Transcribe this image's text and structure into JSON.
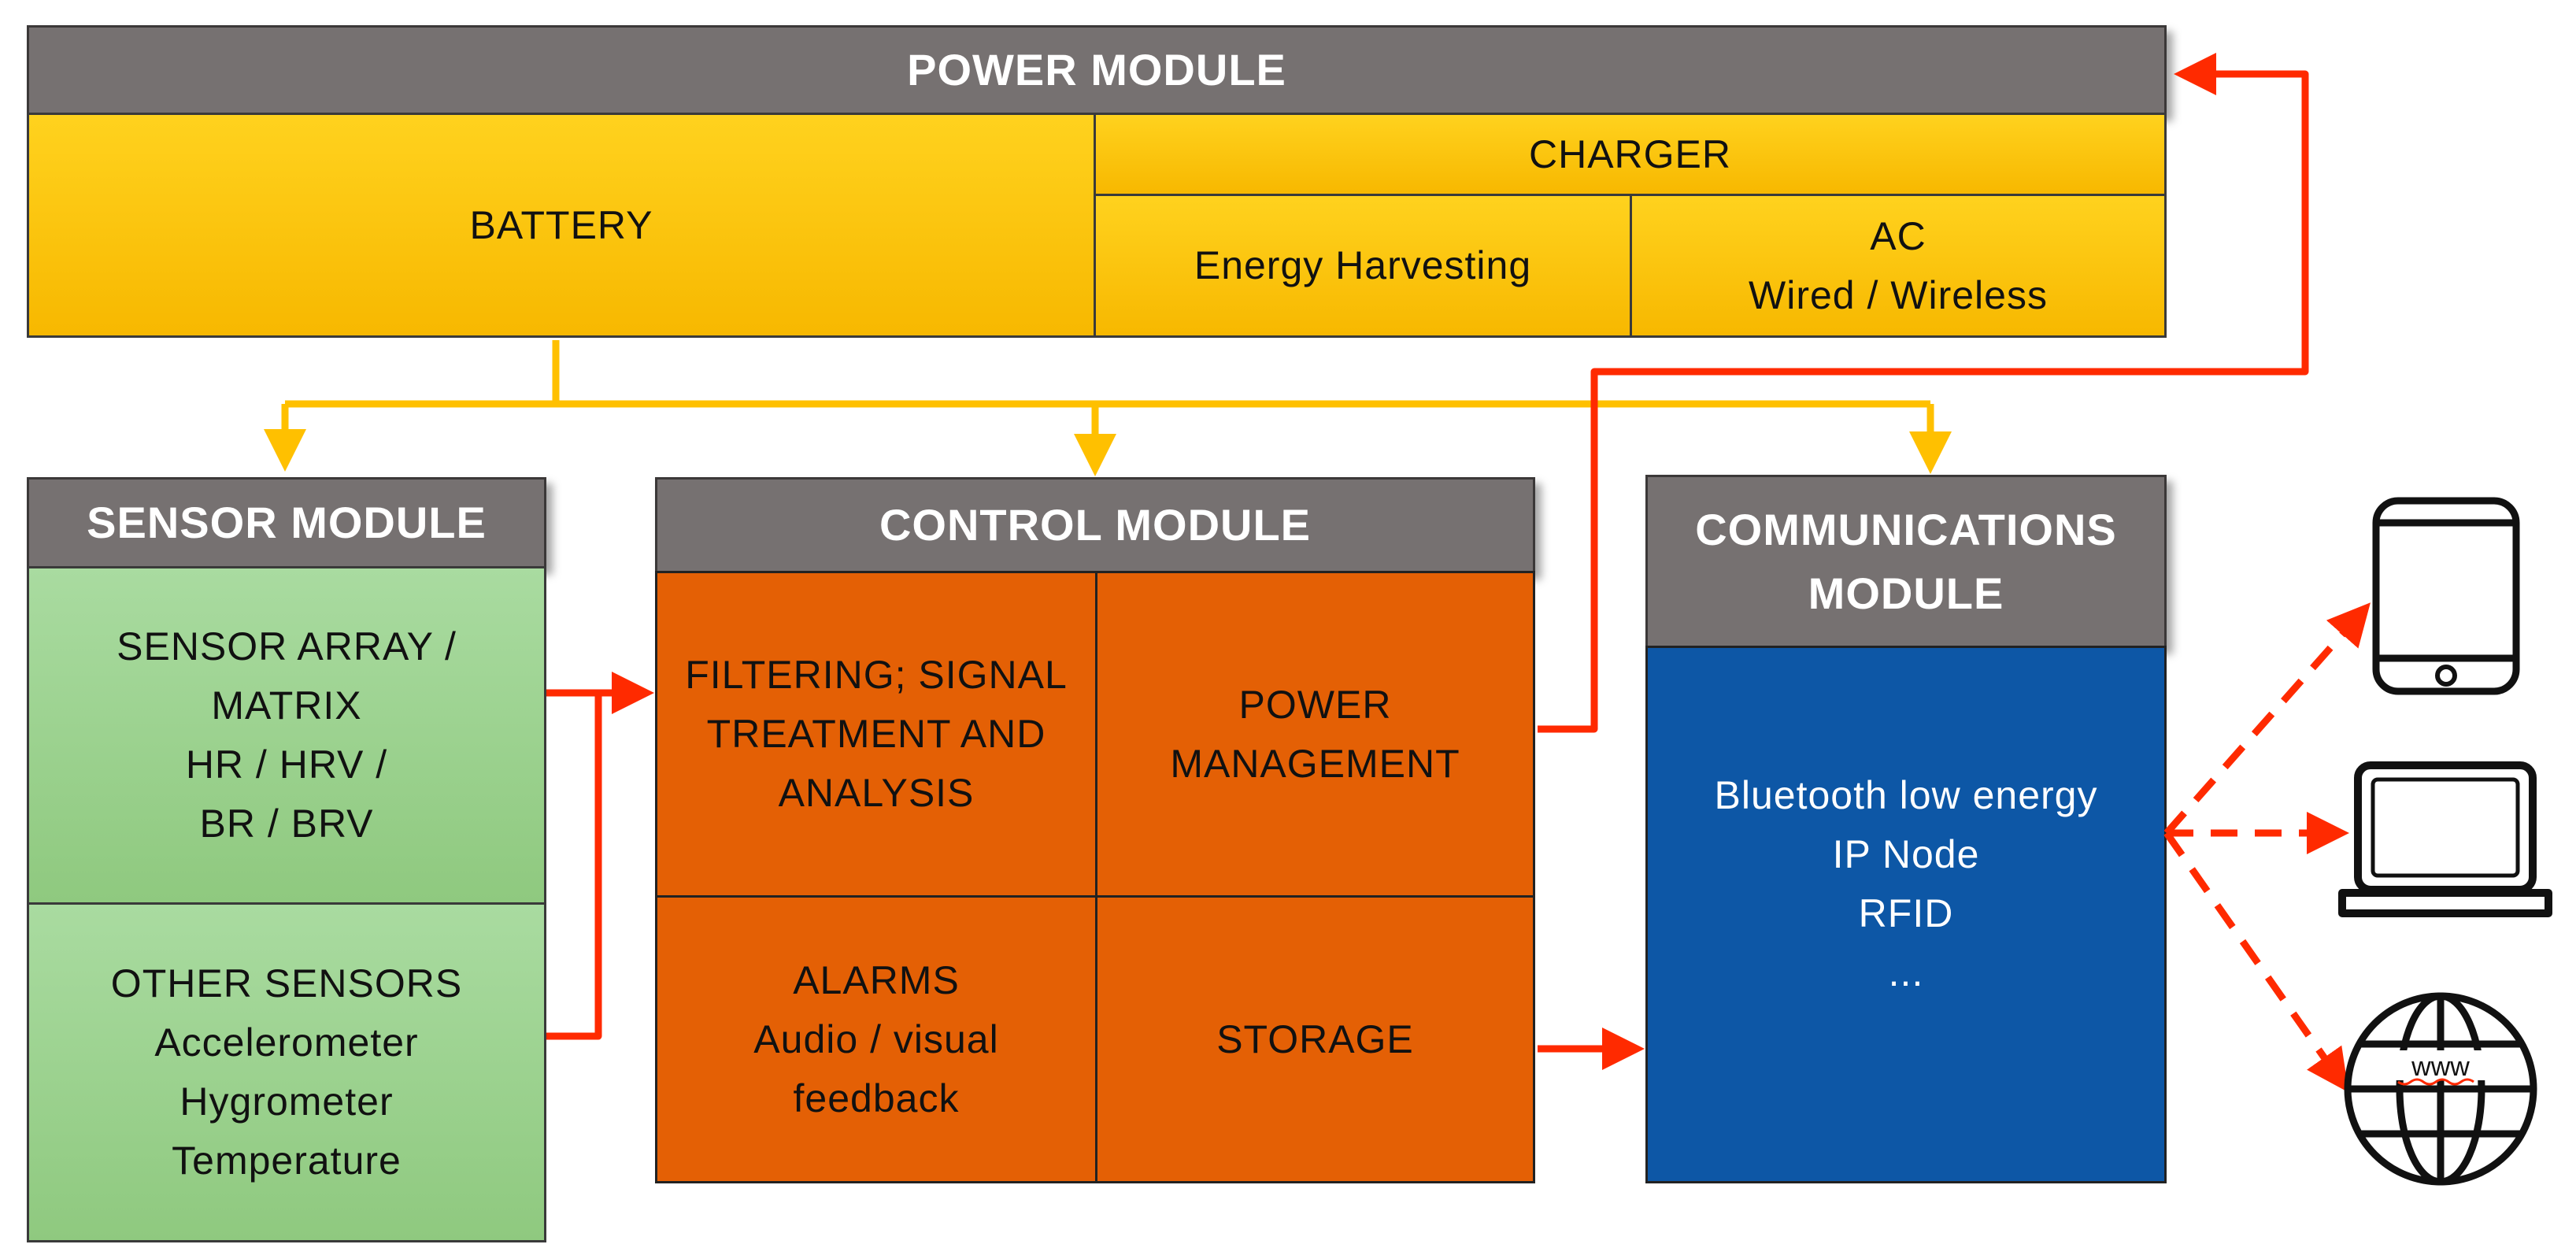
{
  "power": {
    "title": "POWER MODULE",
    "battery": "BATTERY",
    "charger": "CHARGER",
    "energy_harvesting": "Energy Harvesting",
    "ac_line1": "AC",
    "ac_line2": "Wired / Wireless"
  },
  "sensor": {
    "title": "SENSOR MODULE",
    "array_lines": [
      "SENSOR ARRAY /",
      "MATRIX",
      "HR / HRV /",
      "BR / BRV"
    ],
    "other_lines": [
      "OTHER SENSORS",
      "Accelerometer",
      "Hygrometer",
      "Temperature"
    ]
  },
  "control": {
    "title": "CONTROL MODULE",
    "filtering_lines": [
      "FILTERING; SIGNAL",
      "TREATMENT AND",
      "ANALYSIS"
    ],
    "power_mgmt_lines": [
      "POWER",
      "MANAGEMENT"
    ],
    "alarms_lines": [
      "ALARMS",
      "Audio  / visual",
      "feedback"
    ],
    "storage": "STORAGE"
  },
  "comms": {
    "title_lines": [
      "COMMUNICATIONS",
      "MODULE"
    ],
    "items": [
      "Bluetooth  low energy",
      "IP Node",
      "RFID",
      "..."
    ]
  },
  "devices": {
    "tablet_icon": "tablet-icon",
    "laptop_icon": "laptop-icon",
    "globe_icon": "globe-www-icon",
    "globe_text": "www"
  },
  "colors": {
    "header_gray": "#767171",
    "power_yellow": "#ffc000",
    "sensor_green": "#a9d18e",
    "control_orange": "#e46005",
    "comms_blue": "#0d57a6",
    "power_arrow": "#ffc000",
    "signal_arrow": "#ff2a00"
  }
}
